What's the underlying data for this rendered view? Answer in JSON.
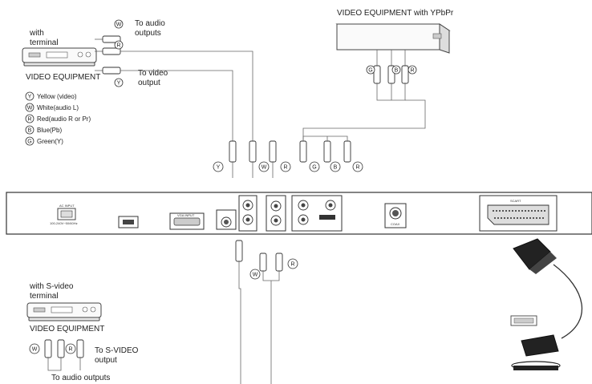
{
  "top_left": {
    "with": "with",
    "terminal": "terminal",
    "device_label": "VIDEO EQUIPMENT",
    "audio_label_1": "To audio",
    "audio_label_2": "outputs",
    "video_label_1": "To video",
    "video_label_2": "output"
  },
  "legend": [
    {
      "code": "Y",
      "text": "Yellow (video)"
    },
    {
      "code": "W",
      "text": "White(audio L)"
    },
    {
      "code": "R",
      "text": "Red(audio R or Pr)"
    },
    {
      "code": "B",
      "text": "Blue(Pb)"
    },
    {
      "code": "G",
      "text": "Green(Y)"
    }
  ],
  "top_right": {
    "title": "VIDEO EQUIPMENT with YPbPr",
    "plugs": [
      "G",
      "B",
      "R"
    ]
  },
  "middle_plugs": {
    "composite": [
      "Y",
      "W",
      "R"
    ],
    "component": [
      "G",
      "B",
      "R"
    ]
  },
  "panel": {
    "ac_input": "AC INPUT",
    "ac_rating": "100-240V~50/60Hz",
    "vga": "VGA INPUT",
    "scart": "SCART",
    "coax": "COAX"
  },
  "bottom_mid": {
    "plugs": [
      "W",
      "R"
    ]
  },
  "bottom_left": {
    "line1": "with S-video",
    "line2": "terminal",
    "device_label": "VIDEO EQUIPMENT",
    "plugs": [
      "W",
      "R"
    ],
    "svideo_1": "To S-VIDEO",
    "svideo_2": "output",
    "audio_out": "To audio outputs"
  },
  "top_left_cinch": [
    "W",
    "R",
    "Y"
  ]
}
